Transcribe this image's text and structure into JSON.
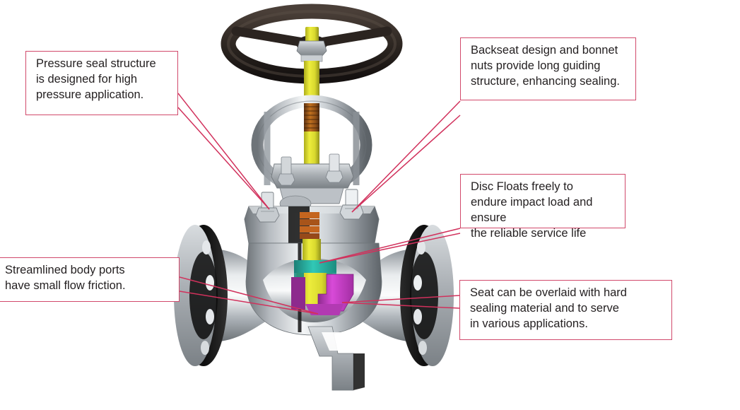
{
  "diagram": {
    "subject": "cutaway-globe-valve",
    "accent_color": "#d1496b",
    "leader_color": "#d1315c",
    "text_color": "#231f20",
    "background": "#ffffff"
  },
  "callouts": [
    {
      "id": "pressure-seal",
      "text": "Pressure seal structure\nis designed for high\npressure application.",
      "points_to": "bonnet-pressure-seal-joint"
    },
    {
      "id": "backseat",
      "text": "Backseat design and bonnet\nnuts provide long guiding\nstructure, enhancing sealing.",
      "points_to": "bonnet-nuts"
    },
    {
      "id": "disc-floats",
      "text": "Disc Floats freely to\nendure impact load and ensure\nthe reliable service life",
      "points_to": "disc"
    },
    {
      "id": "streamlined",
      "text": "Streamlined body ports\nhave small flow friction.",
      "points_to": "body-flow-port"
    },
    {
      "id": "seat",
      "text": "Seat can be overlaid with hard\nsealing material and to serve\nin various applications.",
      "points_to": "valve-seat"
    }
  ],
  "valve_parts": {
    "handwheel": {
      "label": "handwheel",
      "color": "#3a302b"
    },
    "stem_nut": {
      "label": "stem-nut",
      "color": "#b9bcc0"
    },
    "stem": {
      "label": "stem",
      "color": "#e3e32a"
    },
    "stem_threads": {
      "label": "stem-threads",
      "color": "#8a4a1e"
    },
    "yoke": {
      "label": "yoke",
      "color": "#9aa0a6"
    },
    "gland_flange": {
      "label": "gland-flange",
      "color": "#c8ccd0"
    },
    "bonnet": {
      "label": "bonnet",
      "color": "#a7adb3"
    },
    "bonnet_nuts": {
      "label": "bonnet-nuts",
      "color": "#c3c7cb"
    },
    "packing": {
      "label": "packing",
      "color": "#c4651f"
    },
    "disc": {
      "label": "disc",
      "color": "#d6d63a"
    },
    "seal_ring": {
      "label": "seal-ring",
      "color": "#29b3a5"
    },
    "seat": {
      "label": "seat",
      "color": "#c63ac6"
    },
    "body": {
      "label": "body",
      "color": "#b7bbbf"
    },
    "flange_left": {
      "label": "inlet-flange",
      "color": "#151515"
    },
    "flange_right": {
      "label": "outlet-flange",
      "color": "#151515"
    },
    "support_leg": {
      "label": "support-leg",
      "color": "#9fa4a9"
    }
  }
}
